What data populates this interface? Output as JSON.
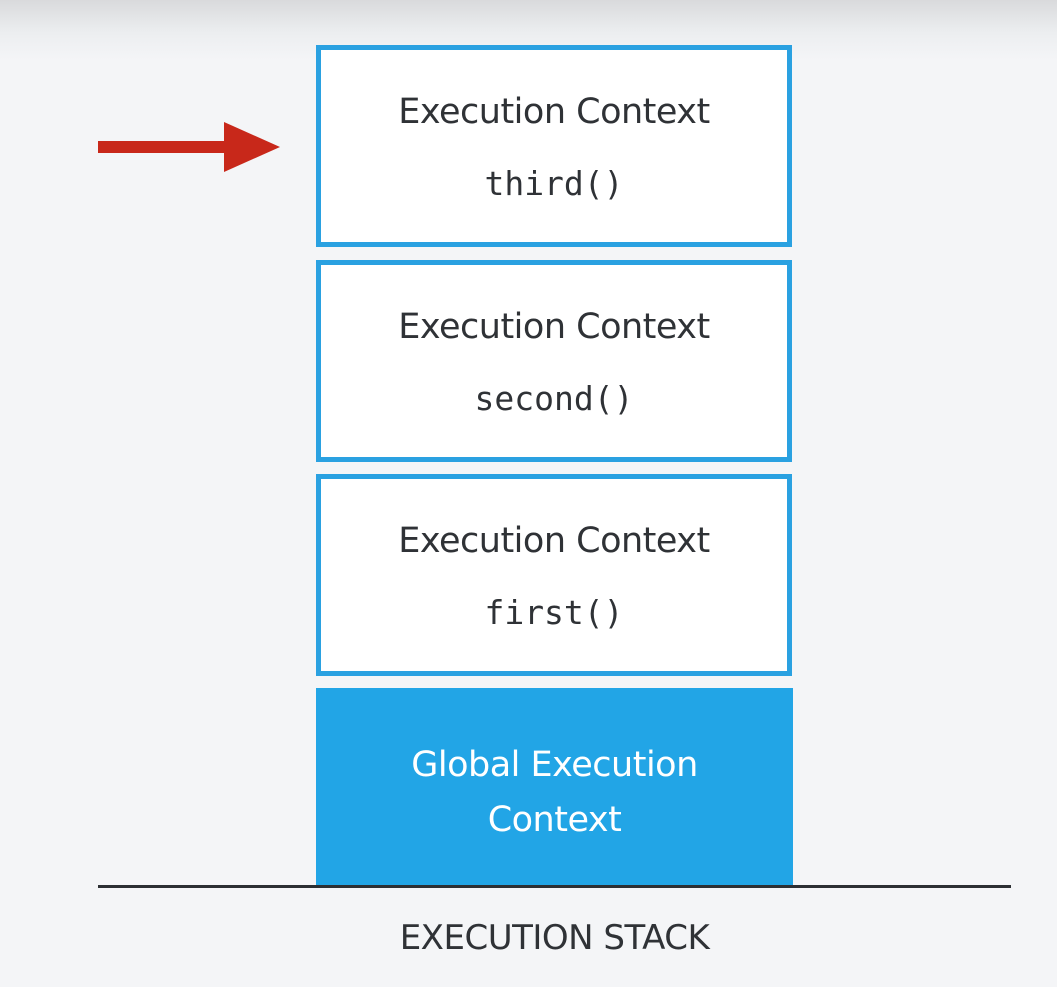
{
  "stack": {
    "frames": [
      {
        "title": "Execution Context",
        "function": "third()",
        "current": true
      },
      {
        "title": "Execution Context",
        "function": "second()",
        "current": false
      },
      {
        "title": "Execution Context",
        "function": "first()",
        "current": false
      }
    ],
    "global": {
      "label": "Global Execution\nContext"
    },
    "label": "EXECUTION STACK"
  },
  "colors": {
    "frame_border": "#2aa1e1",
    "global_fill": "#22a5e6",
    "arrow": "#c8281a",
    "text": "#2f3236"
  },
  "icons": {
    "pointer": "right-arrow-icon"
  }
}
